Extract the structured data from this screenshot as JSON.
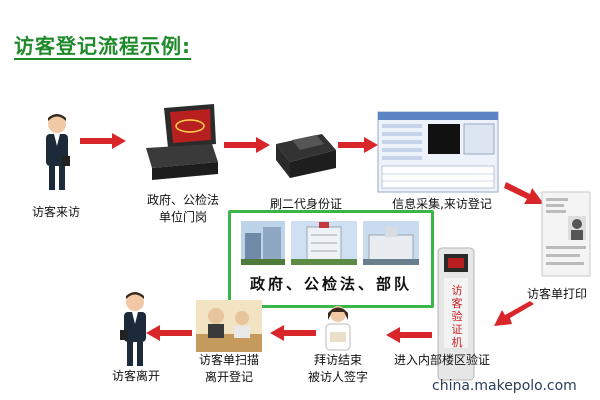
{
  "title": "访客登记流程示例:",
  "steps": {
    "visitor_arrive": "访客来访",
    "gov_gate_line1": "政府、公检法",
    "gov_gate_line2": "单位门岗",
    "swipe_id": "刷二代身份证",
    "info_collect": "信息采集,来访登记",
    "print_slip": "访客单打印",
    "enter_verify": "进入内部楼区验证",
    "sign_line1": "拜访结束",
    "sign_line2": "被访人签字",
    "scan_line1": "访客单扫描",
    "scan_line2": "离开登记",
    "visitor_leave": "访客离开"
  },
  "center_box_label": "政府、公检法、部队",
  "kiosk_label": "访客验证机",
  "watermark": "china.makepolo.com",
  "colors": {
    "title": "#1f8a2a",
    "arrow": "#d9262b",
    "box_border": "#39b54a"
  }
}
